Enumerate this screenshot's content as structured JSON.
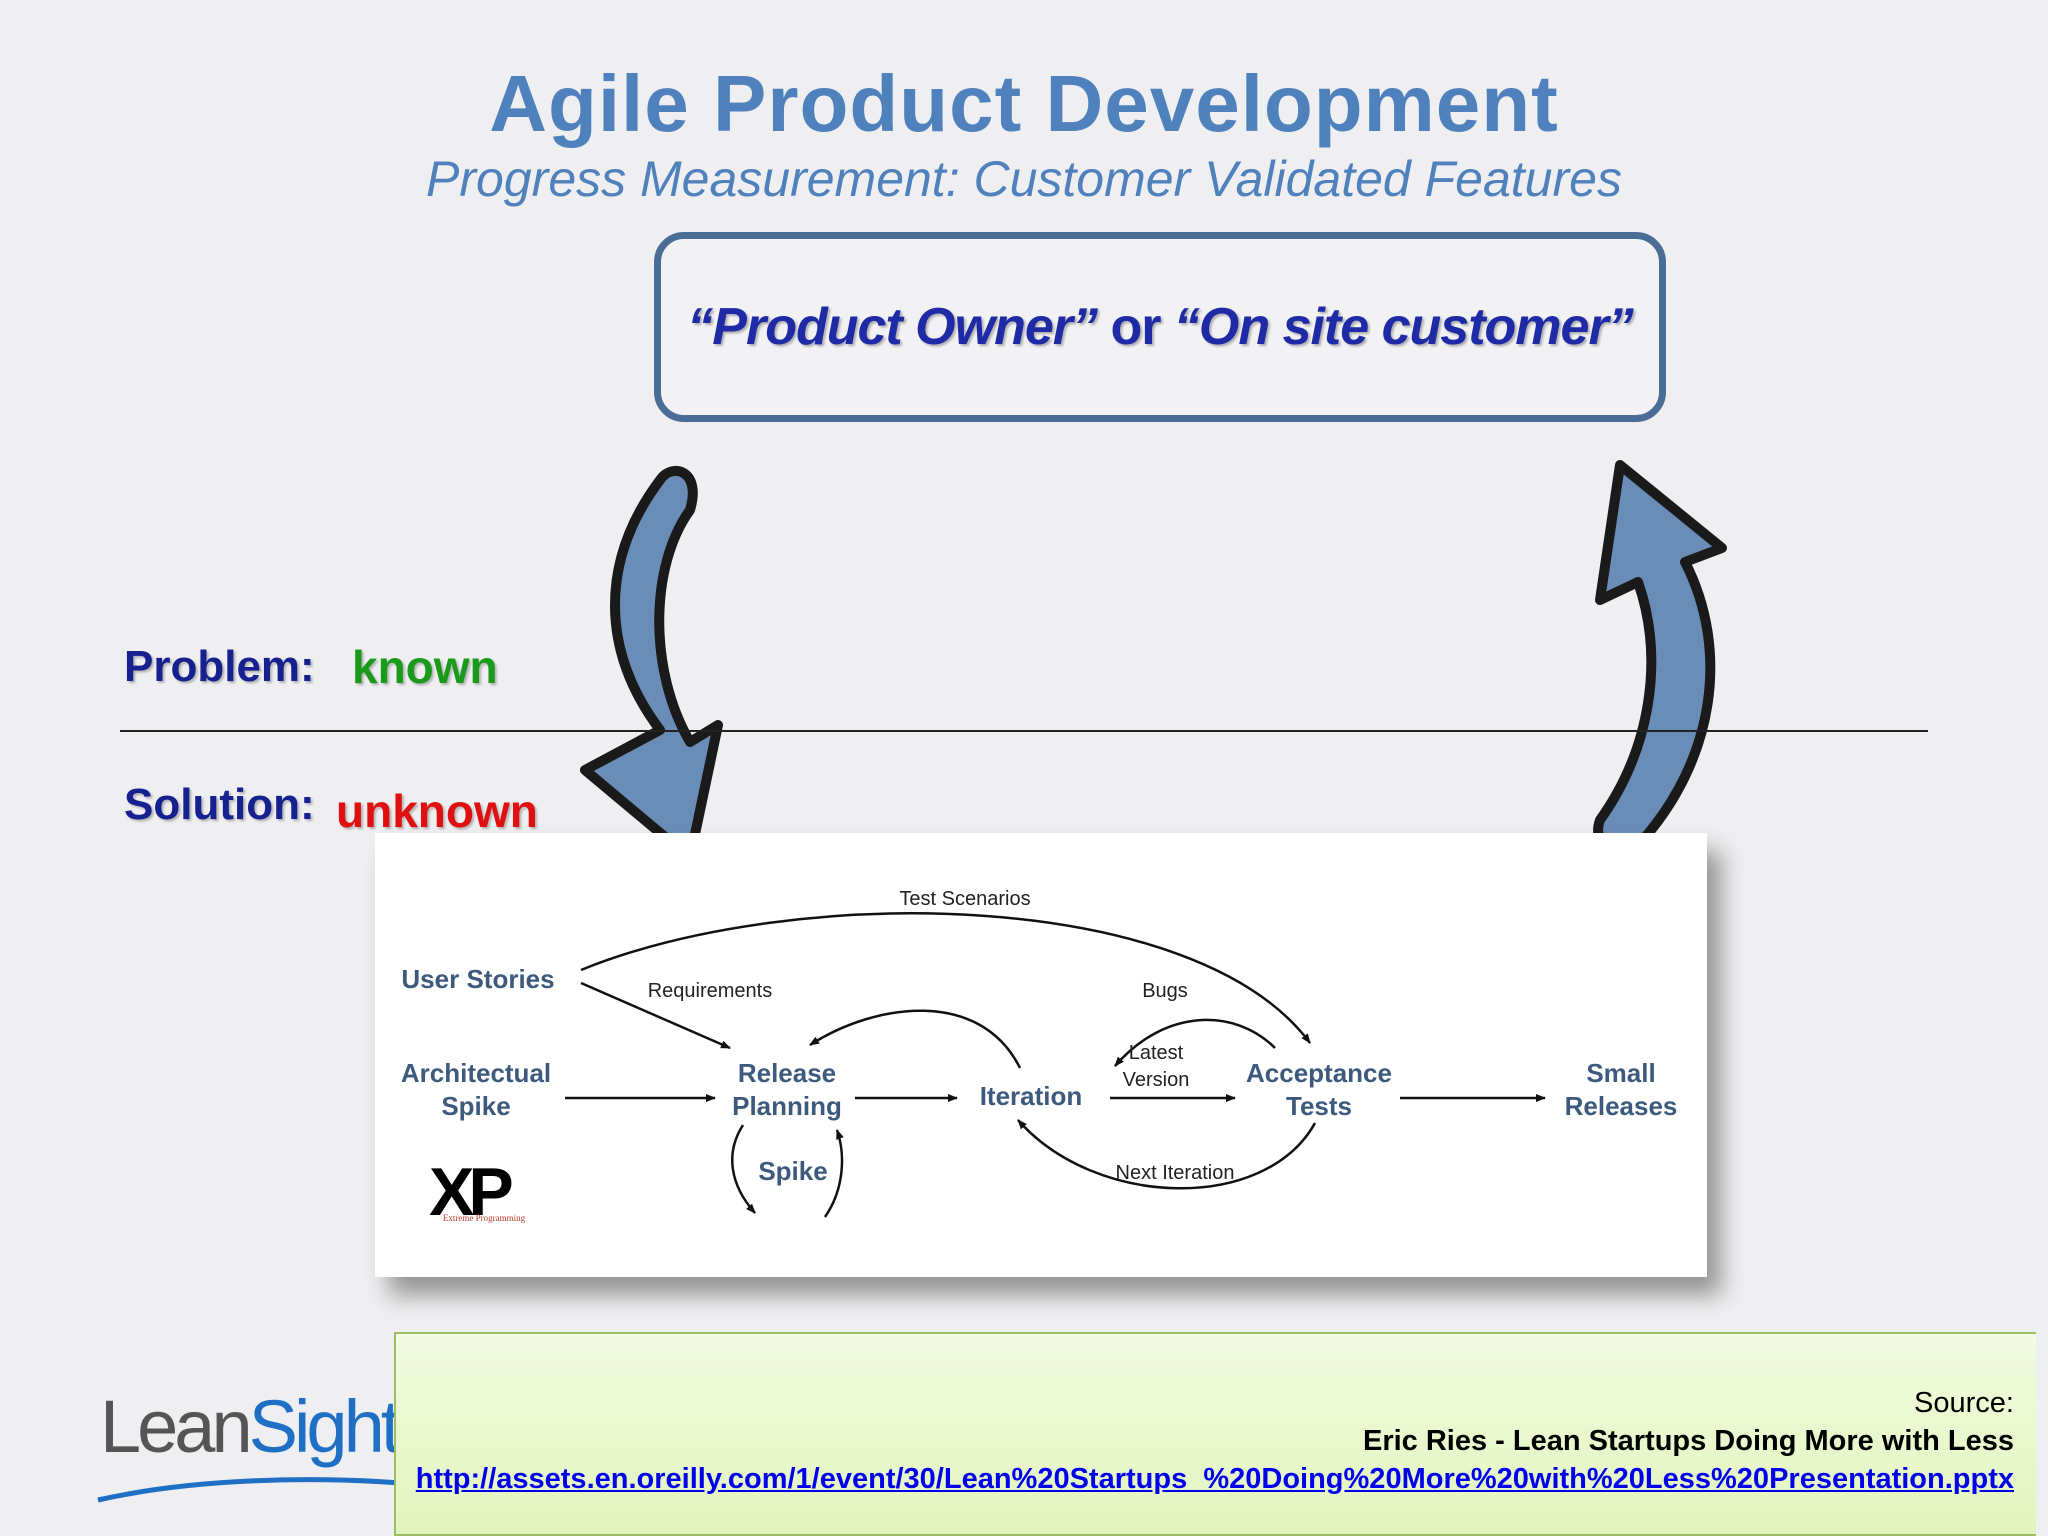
{
  "title": "Agile Product Development",
  "subtitle": "Progress Measurement: Customer Validated Features",
  "owner_box": {
    "quote1": "“Product Owner”",
    "or_word": " or ",
    "quote2": "“On site customer”"
  },
  "problem": {
    "label": "Problem:",
    "value": "known",
    "value_color": "#1a9a1a"
  },
  "solution": {
    "label": "Solution:",
    "value": "unknown",
    "value_color": "#e01010"
  },
  "colors": {
    "title": "#4f81bd",
    "arrow_fill": "#6a8db8",
    "arrow_stroke": "#1a1a1a"
  },
  "xp_diagram": {
    "nodes": {
      "user_stories": "User Stories",
      "arch_spike_1": "Architectual",
      "arch_spike_2": "Spike",
      "release_1": "Release",
      "release_2": "Planning",
      "spike": "Spike",
      "iteration": "Iteration",
      "acceptance_1": "Acceptance",
      "acceptance_2": "Tests",
      "small_1": "Small",
      "small_2": "Releases"
    },
    "edges": {
      "test_scenarios": "Test Scenarios",
      "requirements": "Requirements",
      "bugs": "Bugs",
      "latest_1": "Latest",
      "latest_2": "Version",
      "next_iteration": "Next Iteration"
    },
    "xp_logo": {
      "letters": "XP",
      "caption": "Extreme Programming"
    }
  },
  "source": {
    "label": "Source:",
    "reference": "Eric Ries - Lean Startups Doing More with Less",
    "link": "http://assets.en.oreilly.com/1/event/30/Lean%20Startups_%20Doing%20More%20with%20Less%20Presentation.pptx"
  },
  "logo": {
    "part1": "Lean",
    "part2": "Sight"
  }
}
